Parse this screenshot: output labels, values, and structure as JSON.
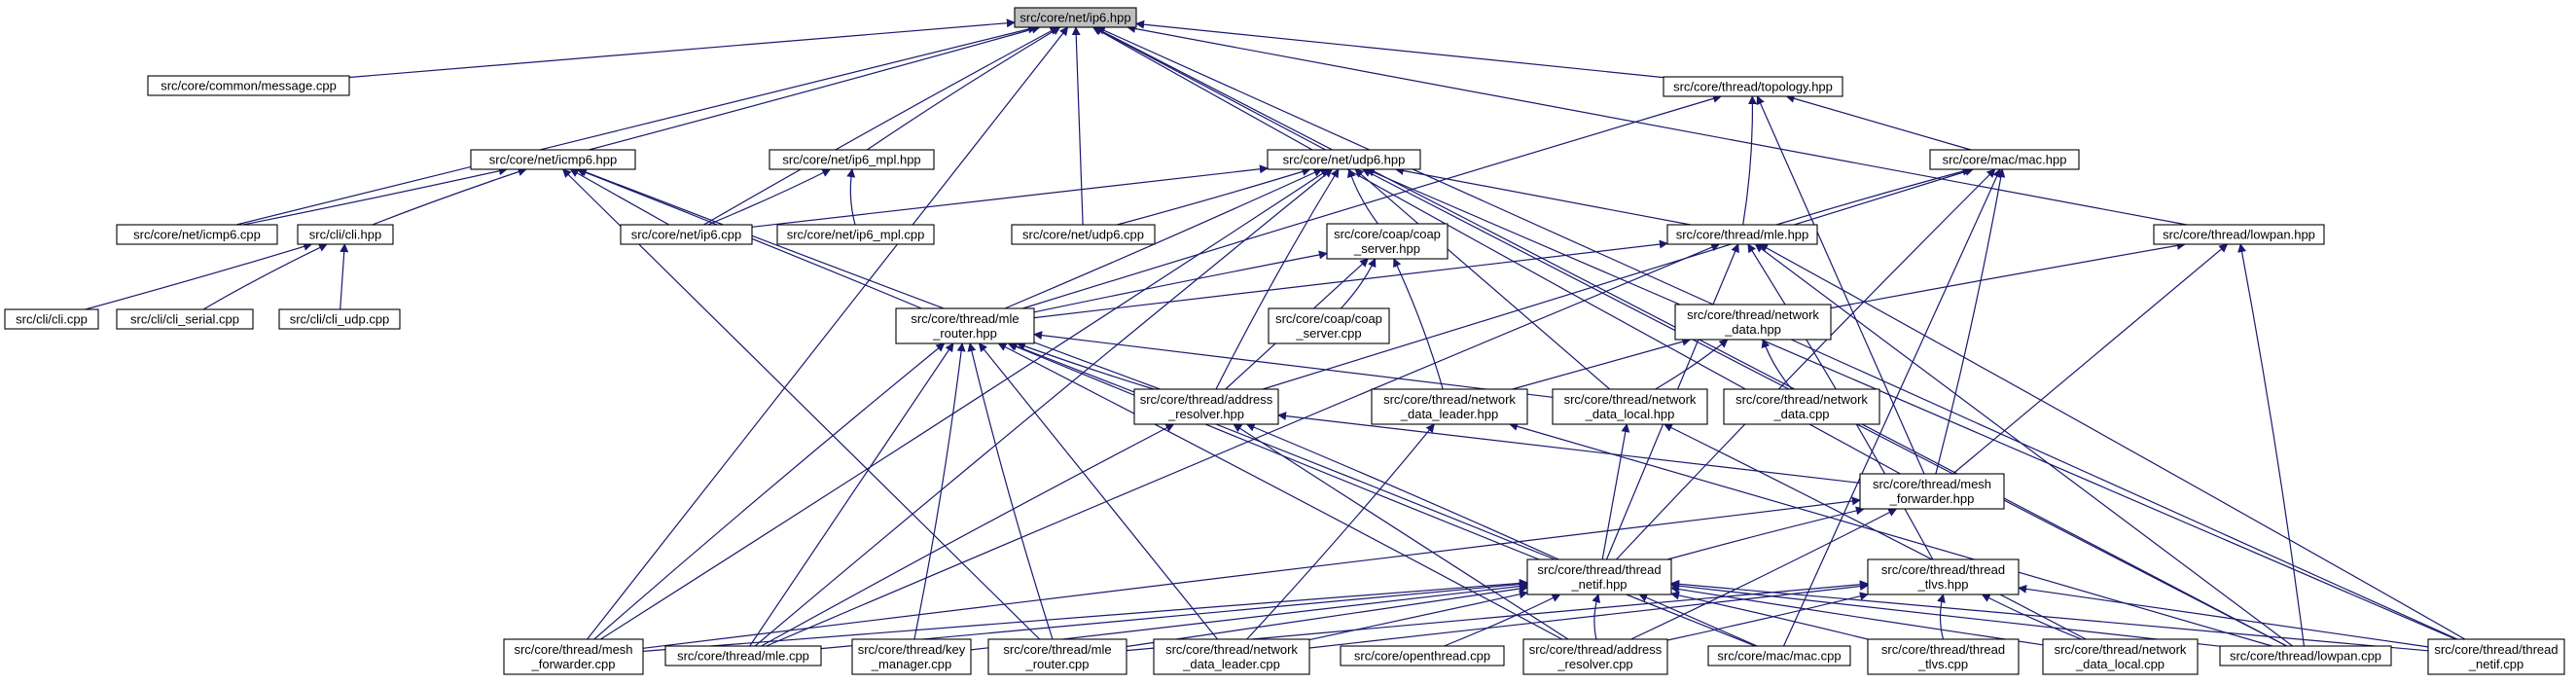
{
  "graph": {
    "edge_color": "#191970",
    "root_fill": "#bfbfbf",
    "nodes": [
      {
        "id": "ip6_hpp",
        "lines": [
          "src/core/net/ip6.hpp"
        ],
        "root": true
      },
      {
        "id": "message_cpp",
        "lines": [
          "src/core/common/message.cpp"
        ]
      },
      {
        "id": "topology_hpp",
        "lines": [
          "src/core/thread/topology.hpp"
        ]
      },
      {
        "id": "icmp6_hpp",
        "lines": [
          "src/core/net/icmp6.hpp"
        ]
      },
      {
        "id": "ip6_mpl_hpp",
        "lines": [
          "src/core/net/ip6_mpl.hpp"
        ]
      },
      {
        "id": "udp6_hpp",
        "lines": [
          "src/core/net/udp6.hpp"
        ]
      },
      {
        "id": "mac_hpp",
        "lines": [
          "src/core/mac/mac.hpp"
        ]
      },
      {
        "id": "icmp6_cpp",
        "lines": [
          "src/core/net/icmp6.cpp"
        ]
      },
      {
        "id": "cli_hpp",
        "lines": [
          "src/cli/cli.hpp"
        ]
      },
      {
        "id": "ip6_cpp",
        "lines": [
          "src/core/net/ip6.cpp"
        ]
      },
      {
        "id": "ip6_mpl_cpp",
        "lines": [
          "src/core/net/ip6_mpl.cpp"
        ]
      },
      {
        "id": "udp6_cpp",
        "lines": [
          "src/core/net/udp6.cpp"
        ]
      },
      {
        "id": "coap_server_hpp",
        "lines": [
          "src/core/coap/coap",
          "_server.hpp"
        ]
      },
      {
        "id": "mle_hpp",
        "lines": [
          "src/core/thread/mle.hpp"
        ]
      },
      {
        "id": "lowpan_hpp",
        "lines": [
          "src/core/thread/lowpan.hpp"
        ]
      },
      {
        "id": "cli_cpp",
        "lines": [
          "src/cli/cli.cpp"
        ]
      },
      {
        "id": "cli_serial_cpp",
        "lines": [
          "src/cli/cli_serial.cpp"
        ]
      },
      {
        "id": "cli_udp_cpp",
        "lines": [
          "src/cli/cli_udp.cpp"
        ]
      },
      {
        "id": "coap_server_cpp",
        "lines": [
          "src/core/coap/coap",
          "_server.cpp"
        ]
      },
      {
        "id": "network_data_hpp",
        "lines": [
          "src/core/thread/network",
          "_data.hpp"
        ]
      },
      {
        "id": "mle_router_hpp",
        "lines": [
          "src/core/thread/mle",
          "_router.hpp"
        ]
      },
      {
        "id": "address_resolver_hpp",
        "lines": [
          "src/core/thread/address",
          "_resolver.hpp"
        ]
      },
      {
        "id": "network_data_leader_hpp",
        "lines": [
          "src/core/thread/network",
          "_data_leader.hpp"
        ]
      },
      {
        "id": "network_data_local_hpp",
        "lines": [
          "src/core/thread/network",
          "_data_local.hpp"
        ]
      },
      {
        "id": "network_data_cpp",
        "lines": [
          "src/core/thread/network",
          "_data.cpp"
        ]
      },
      {
        "id": "mesh_forwarder_hpp",
        "lines": [
          "src/core/thread/mesh",
          "_forwarder.hpp"
        ]
      },
      {
        "id": "thread_netif_hpp",
        "lines": [
          "src/core/thread/thread",
          "_netif.hpp"
        ]
      },
      {
        "id": "thread_tlvs_hpp",
        "lines": [
          "src/core/thread/thread",
          "_tlvs.hpp"
        ]
      },
      {
        "id": "mesh_forwarder_cpp",
        "lines": [
          "src/core/thread/mesh",
          "_forwarder.cpp"
        ]
      },
      {
        "id": "mle_cpp",
        "lines": [
          "src/core/thread/mle.cpp"
        ]
      },
      {
        "id": "key_manager_cpp",
        "lines": [
          "src/core/thread/key",
          "_manager.cpp"
        ]
      },
      {
        "id": "mle_router_cpp",
        "lines": [
          "src/core/thread/mle",
          "_router.cpp"
        ]
      },
      {
        "id": "network_data_leader_cpp",
        "lines": [
          "src/core/thread/network",
          "_data_leader.cpp"
        ]
      },
      {
        "id": "openthread_cpp",
        "lines": [
          "src/core/openthread.cpp"
        ]
      },
      {
        "id": "address_resolver_cpp",
        "lines": [
          "src/core/thread/address",
          "_resolver.cpp"
        ]
      },
      {
        "id": "mac_cpp",
        "lines": [
          "src/core/mac/mac.cpp"
        ]
      },
      {
        "id": "thread_tlvs_cpp",
        "lines": [
          "src/core/thread/thread",
          "_tlvs.cpp"
        ]
      },
      {
        "id": "network_data_local_cpp",
        "lines": [
          "src/core/thread/network",
          "_data_local.cpp"
        ]
      },
      {
        "id": "lowpan_cpp",
        "lines": [
          "src/core/thread/lowpan.cpp"
        ]
      },
      {
        "id": "thread_netif_cpp",
        "lines": [
          "src/core/thread/thread",
          "_netif.cpp"
        ]
      }
    ],
    "edges": [
      [
        "ip6_hpp",
        "message_cpp"
      ],
      [
        "ip6_hpp",
        "topology_hpp"
      ],
      [
        "ip6_hpp",
        "icmp6_hpp"
      ],
      [
        "ip6_hpp",
        "ip6_mpl_hpp"
      ],
      [
        "ip6_hpp",
        "udp6_hpp"
      ],
      [
        "ip6_hpp",
        "icmp6_cpp"
      ],
      [
        "ip6_hpp",
        "ip6_cpp"
      ],
      [
        "ip6_hpp",
        "udp6_cpp"
      ],
      [
        "ip6_hpp",
        "lowpan_hpp"
      ],
      [
        "ip6_hpp",
        "mesh_forwarder_hpp"
      ],
      [
        "ip6_hpp",
        "mesh_forwarder_cpp"
      ],
      [
        "ip6_hpp",
        "lowpan_cpp"
      ],
      [
        "ip6_hpp",
        "thread_netif_cpp"
      ],
      [
        "topology_hpp",
        "mac_hpp"
      ],
      [
        "topology_hpp",
        "mle_hpp"
      ],
      [
        "topology_hpp",
        "mle_router_hpp"
      ],
      [
        "topology_hpp",
        "mesh_forwarder_hpp"
      ],
      [
        "icmp6_hpp",
        "icmp6_cpp"
      ],
      [
        "icmp6_hpp",
        "cli_hpp"
      ],
      [
        "icmp6_hpp",
        "ip6_cpp"
      ],
      [
        "icmp6_hpp",
        "mle_router_hpp"
      ],
      [
        "icmp6_hpp",
        "address_resolver_hpp"
      ],
      [
        "icmp6_hpp",
        "mle_router_cpp"
      ],
      [
        "ip6_mpl_hpp",
        "ip6_cpp"
      ],
      [
        "ip6_mpl_hpp",
        "ip6_mpl_cpp"
      ],
      [
        "udp6_hpp",
        "ip6_cpp"
      ],
      [
        "udp6_hpp",
        "udp6_cpp"
      ],
      [
        "udp6_hpp",
        "coap_server_hpp"
      ],
      [
        "udp6_hpp",
        "mle_hpp"
      ],
      [
        "udp6_hpp",
        "mle_router_hpp"
      ],
      [
        "udp6_hpp",
        "address_resolver_hpp"
      ],
      [
        "udp6_hpp",
        "network_data_local_hpp"
      ],
      [
        "udp6_hpp",
        "mesh_forwarder_cpp"
      ],
      [
        "udp6_hpp",
        "mle_cpp"
      ],
      [
        "udp6_hpp",
        "lowpan_cpp"
      ],
      [
        "udp6_hpp",
        "thread_netif_cpp"
      ],
      [
        "mac_hpp",
        "mle_hpp"
      ],
      [
        "mac_hpp",
        "address_resolver_hpp"
      ],
      [
        "mac_hpp",
        "mesh_forwarder_hpp"
      ],
      [
        "mac_hpp",
        "thread_netif_hpp"
      ],
      [
        "mac_hpp",
        "mac_cpp"
      ],
      [
        "cli_hpp",
        "cli_cpp"
      ],
      [
        "cli_hpp",
        "cli_serial_cpp"
      ],
      [
        "cli_hpp",
        "cli_udp_cpp"
      ],
      [
        "coap_server_hpp",
        "coap_server_cpp"
      ],
      [
        "coap_server_hpp",
        "mle_router_hpp"
      ],
      [
        "coap_server_hpp",
        "address_resolver_hpp"
      ],
      [
        "coap_server_hpp",
        "network_data_leader_hpp"
      ],
      [
        "mle_hpp",
        "mle_router_hpp"
      ],
      [
        "mle_hpp",
        "thread_netif_hpp"
      ],
      [
        "mle_hpp",
        "thread_tlvs_hpp"
      ],
      [
        "mle_hpp",
        "mle_cpp"
      ],
      [
        "mle_hpp",
        "lowpan_cpp"
      ],
      [
        "mle_hpp",
        "thread_netif_cpp"
      ],
      [
        "lowpan_hpp",
        "network_data_hpp"
      ],
      [
        "lowpan_hpp",
        "mesh_forwarder_hpp"
      ],
      [
        "lowpan_hpp",
        "lowpan_cpp"
      ],
      [
        "network_data_hpp",
        "network_data_cpp"
      ],
      [
        "network_data_hpp",
        "network_data_leader_hpp"
      ],
      [
        "network_data_hpp",
        "network_data_local_hpp"
      ],
      [
        "mle_router_hpp",
        "address_resolver_hpp"
      ],
      [
        "mle_router_hpp",
        "network_data_local_hpp"
      ],
      [
        "mle_router_hpp",
        "thread_netif_hpp"
      ],
      [
        "mle_router_hpp",
        "mesh_forwarder_cpp"
      ],
      [
        "mle_router_hpp",
        "mle_cpp"
      ],
      [
        "mle_router_hpp",
        "key_manager_cpp"
      ],
      [
        "mle_router_hpp",
        "mle_router_cpp"
      ],
      [
        "mle_router_hpp",
        "network_data_leader_cpp"
      ],
      [
        "mle_router_hpp",
        "address_resolver_cpp"
      ],
      [
        "mle_router_hpp",
        "mac_cpp"
      ],
      [
        "address_resolver_hpp",
        "mesh_forwarder_hpp"
      ],
      [
        "address_resolver_hpp",
        "thread_netif_hpp"
      ],
      [
        "address_resolver_hpp",
        "mle_cpp"
      ],
      [
        "address_resolver_hpp",
        "address_resolver_cpp"
      ],
      [
        "network_data_leader_hpp",
        "network_data_leader_cpp"
      ],
      [
        "network_data_leader_hpp",
        "lowpan_cpp"
      ],
      [
        "network_data_local_hpp",
        "thread_netif_hpp"
      ],
      [
        "network_data_local_hpp",
        "network_data_local_cpp"
      ],
      [
        "mesh_forwarder_hpp",
        "thread_netif_hpp"
      ],
      [
        "mesh_forwarder_hpp",
        "mesh_forwarder_cpp"
      ],
      [
        "mesh_forwarder_hpp",
        "address_resolver_cpp"
      ],
      [
        "thread_netif_hpp",
        "mesh_forwarder_cpp"
      ],
      [
        "thread_netif_hpp",
        "mle_cpp"
      ],
      [
        "thread_netif_hpp",
        "key_manager_cpp"
      ],
      [
        "thread_netif_hpp",
        "mle_router_cpp"
      ],
      [
        "thread_netif_hpp",
        "network_data_leader_cpp"
      ],
      [
        "thread_netif_hpp",
        "openthread_cpp"
      ],
      [
        "thread_netif_hpp",
        "address_resolver_cpp"
      ],
      [
        "thread_netif_hpp",
        "mac_cpp"
      ],
      [
        "thread_netif_hpp",
        "thread_tlvs_cpp"
      ],
      [
        "thread_netif_hpp",
        "network_data_local_cpp"
      ],
      [
        "thread_netif_hpp",
        "lowpan_cpp"
      ],
      [
        "thread_netif_hpp",
        "thread_netif_cpp"
      ],
      [
        "thread_tlvs_hpp",
        "thread_tlvs_cpp"
      ],
      [
        "thread_tlvs_hpp",
        "network_data_leader_cpp"
      ],
      [
        "thread_tlvs_hpp",
        "address_resolver_cpp"
      ],
      [
        "thread_tlvs_hpp",
        "network_data_local_cpp"
      ],
      [
        "thread_tlvs_hpp",
        "thread_netif_cpp"
      ],
      [
        "thread_tlvs_hpp",
        "mle_router_cpp"
      ]
    ]
  }
}
